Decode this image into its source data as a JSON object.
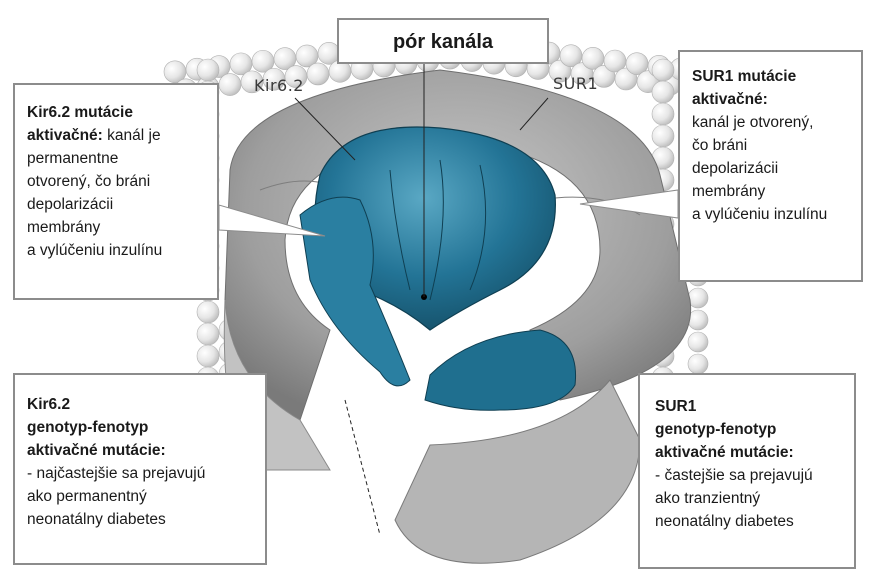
{
  "title": "pór kanála",
  "structure_labels": {
    "kir": "Kir6.2",
    "sur": "SUR1"
  },
  "kir_activating": {
    "heading_line1": "Kir6.2 mutácie",
    "heading_line2": "aktivačné:",
    "line2_rest": " kanál je",
    "line3": "permanentne",
    "line4": "otvorený, čo bráni",
    "line5": "depolarizácii",
    "line6": " membrány",
    "line7": "a vylúčeniu inzulínu"
  },
  "sur_activating": {
    "heading_line1": "SUR1 mutácie",
    "heading_line2": "aktivačné:",
    "line3": "kanál je otvorený,",
    "line4": "čo bráni",
    "line5": "depolarizácii",
    "line6": "membrány",
    "line7": "a vylúčeniu inzulínu"
  },
  "kir_genotype": {
    "line1": "Kir6.2",
    "line2": "genotyp-fenotyp",
    "line3": "aktivačné mutácie:",
    "line4": "- najčastejšie sa prejavujú",
    "line5": "ako permanentný",
    "line6": "neonatálny diabetes"
  },
  "sur_genotype": {
    "line1": "SUR1",
    "line2": "genotyp-fenotyp",
    "line3": "aktivačné mutácie:",
    "line4": "- častejšie sa prejavujú",
    "line5": "ako tranzientný",
    "line6": "neonatálny diabetes"
  },
  "colors": {
    "channel_teal": "#1f6f8f",
    "channel_teal_light": "#3c93b3",
    "sur_grey": "#9a9a9a",
    "membrane": "#dcdcdc",
    "box_border": "#8c8c8c"
  }
}
